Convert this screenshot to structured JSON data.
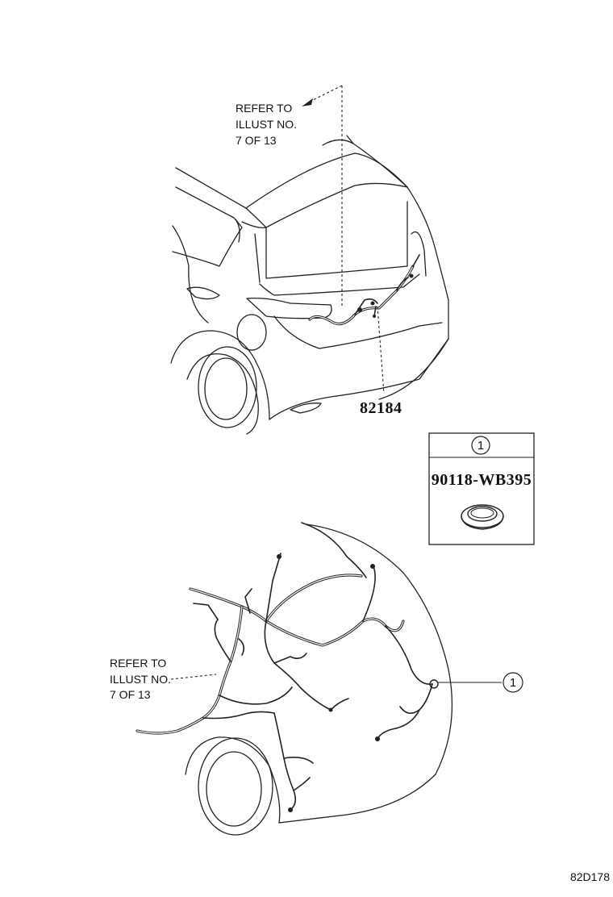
{
  "upper_view": {
    "refer_note": [
      "REFER TO",
      "ILLUST NO.",
      "7 OF 13"
    ],
    "part_number": "82184"
  },
  "callout_box": {
    "callout_id": "1",
    "part_number": "90118-WB395",
    "component_icon": "grommet-clip-icon"
  },
  "lower_view": {
    "refer_note": [
      "REFER TO",
      "ILLUST NO.",
      "7 OF 13"
    ],
    "callout_id": "1"
  },
  "figure_id": "82D178"
}
